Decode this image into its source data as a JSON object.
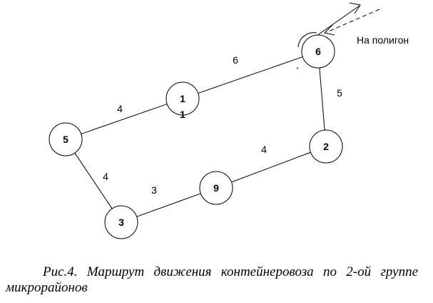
{
  "diagram": {
    "nodes": [
      {
        "id": "n6",
        "label": "6"
      },
      {
        "id": "n1",
        "label": "1"
      },
      {
        "id": "n5",
        "label": "5"
      },
      {
        "id": "n3",
        "label": "3"
      },
      {
        "id": "n9",
        "label": "9"
      },
      {
        "id": "n2",
        "label": "2"
      }
    ],
    "edges": [
      {
        "from": "n6",
        "to": "n1",
        "weight": "6"
      },
      {
        "from": "n1",
        "to": "n5",
        "weight": "4"
      },
      {
        "from": "n5",
        "to": "n3",
        "weight": "4"
      },
      {
        "from": "n3",
        "to": "n9",
        "weight": "3"
      },
      {
        "from": "n9",
        "to": "n2",
        "weight": "4"
      },
      {
        "from": "n2",
        "to": "n6",
        "weight": "5"
      }
    ],
    "extra_mark": "1",
    "destination_label": "На полигон"
  },
  "caption": "Рис.4. Маршрут движения контейнеровоза по 2-ой группе микрорайонов"
}
